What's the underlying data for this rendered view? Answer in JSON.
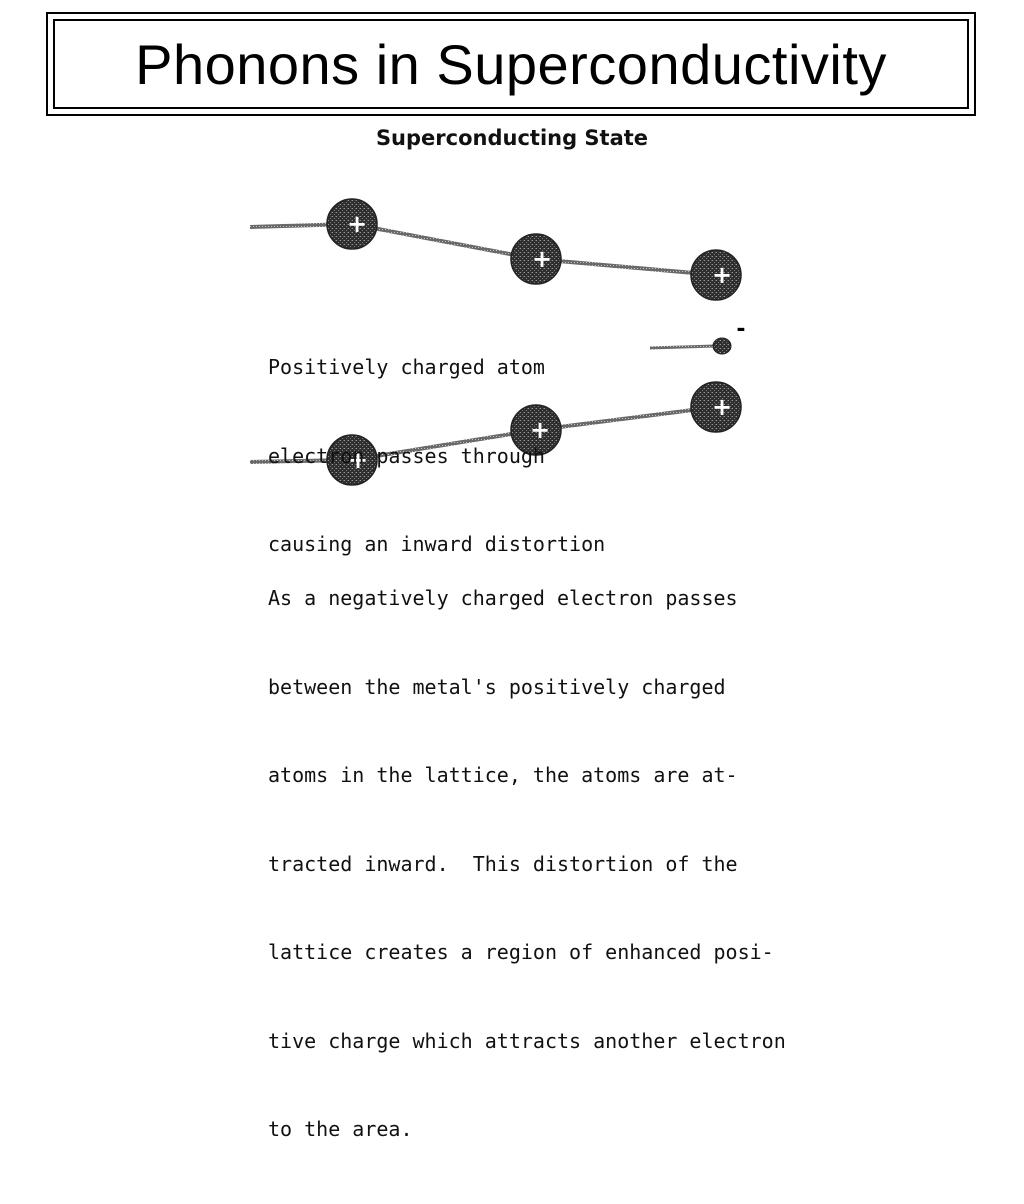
{
  "slide": {
    "title": "Phonons in Superconductivity"
  },
  "figure": {
    "heading": "Superconducting State",
    "atom_symbol": "+",
    "electron_symbol": "-",
    "inline_caption": [
      "Positively charged atom",
      "electron passes through",
      "causing an inward distortion"
    ],
    "body_caption": [
      "As a negatively charged electron passes",
      "between the metal's positively charged",
      "atoms in the lattice, the atoms are at-",
      "tracted inward.  This distortion of the",
      "lattice creates a region of enhanced posi-",
      "tive charge which attracts another electron",
      "to the area."
    ],
    "colors": {
      "atom_fill": "#3a3a3a",
      "atom_speckle": "#8a8a8a",
      "lattice_line": "#777777"
    }
  }
}
